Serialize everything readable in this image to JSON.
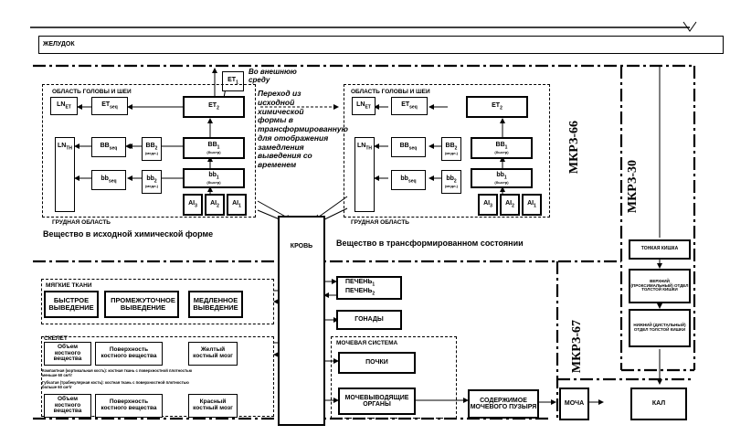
{
  "stomach": "ЖЕЛУДОК",
  "et1": {
    "main": "ET",
    "sub": "1"
  },
  "to_env": "Во внешнюю среду",
  "transition_text": "Переход из исходной химической формы в трансформированную для отображения замедления выведения со временем",
  "left": {
    "head_region": "ОБЛАСТЬ ГОЛОВЫ И ШЕИ",
    "chest_region": "ГРУДНАЯ ОБЛАСТЬ",
    "caption": "Вещество в исходной химической форме",
    "lnet": {
      "main": "LN",
      "sub": "ET"
    },
    "etseq": {
      "main": "ET",
      "sub": "seq"
    },
    "et2": {
      "main": "ET",
      "sub": "2"
    },
    "lnth": {
      "main": "LN",
      "sub": "TH"
    },
    "bbseq": {
      "main": "BB",
      "sub": "seq"
    },
    "bbsmall": {
      "main": "BB",
      "sub": "2"
    },
    "bbsmall_note": "(медл.)",
    "bb1": {
      "main": "BB",
      "sub": "1"
    },
    "bb1_note": "(быстр)",
    "bbseq2": {
      "main": "bb",
      "sub": "seq"
    },
    "bb2": {
      "main": "bb",
      "sub": "2"
    },
    "bb2_note": "(медл.)",
    "bb1s": {
      "main": "bb",
      "sub": "1"
    },
    "bb1s_note": "(быстр)",
    "ai": [
      {
        "main": "AI",
        "sub": "3"
      },
      {
        "main": "AI",
        "sub": "2"
      },
      {
        "main": "AI",
        "sub": "1"
      }
    ]
  },
  "right": {
    "head_region": "ОБЛАСТЬ ГОЛОВЫ И ШЕИ",
    "chest_region": "ГРУДНАЯ ОБЛАСТЬ",
    "caption": "Вещество в трансформированном состоянии",
    "lnet": {
      "main": "LN",
      "sub": "ET"
    },
    "etseq": {
      "main": "ET",
      "sub": "seq"
    },
    "et2": {
      "main": "ET",
      "sub": "2"
    },
    "lnth": {
      "main": "LN",
      "sub": "TH"
    },
    "bbseq": {
      "main": "BB",
      "sub": "seq"
    },
    "bbsmall": {
      "main": "BB",
      "sub": "2"
    },
    "bbsmall_note": "(медл.)",
    "bb1": {
      "main": "BB",
      "sub": "1"
    },
    "bb1_note": "(быстр)",
    "bbseq2": {
      "main": "bb",
      "sub": "seq"
    },
    "bb2": {
      "main": "bb",
      "sub": "2"
    },
    "bb2_note": "(медл.)",
    "bb1s": {
      "main": "bb",
      "sub": "1"
    },
    "bb1s_note": "(быстр)",
    "ai": [
      {
        "main": "AI",
        "sub": "3"
      },
      {
        "main": "AI",
        "sub": "2"
      },
      {
        "main": "AI",
        "sub": "1"
      }
    ]
  },
  "blood": "КРОВЬ",
  "mkrz66": "МКРЗ-66",
  "mkrz30": "МКРЗ-30",
  "mkrz67": "МКРЗ-67",
  "soft": {
    "title": "МЯГКИЕ ТКАНИ",
    "fast": "БЫСТРОЕ ВЫВЕДЕНИЕ",
    "mid": "ПРОМЕЖУТОЧНОЕ ВЫВЕДЕНИЕ",
    "slow": "МЕДЛЕННОЕ ВЫВЕДЕНИЕ"
  },
  "liver1": {
    "main": "ПЕЧЕНЬ",
    "sub": "1"
  },
  "liver2": {
    "main": "ПЕЧЕНЬ",
    "sub": "2"
  },
  "gonads": "ГОНАДЫ",
  "skeleton": {
    "title": "СКЕЛЕТ",
    "vol1": "Объем костного вещества",
    "surf1": "Поверхность костного вещества",
    "yellow": "Желтый костный мозг",
    "note1": "Компактная (кортикальная кость): костная ткань с поверхностной плотностью меньше 60 см²/г",
    "note2": "Губчатая (трабекулярная кость): костная ткань с поверхностной плотностью больше 60 см²/г",
    "vol2": "Объем костного вещества",
    "surf2": "Поверхность костного вещества",
    "red": "Красный костный мозг"
  },
  "urinary": {
    "title": "МОЧЕВАЯ СИСТЕМА",
    "kidneys": "ПОЧКИ",
    "ducts": "МОЧЕВЫВОДЯЩИЕ ОРГАНЫ"
  },
  "bladder": "СОДЕРЖИМОЕ МОЧЕВОГО ПУЗЫРЯ",
  "urine": "МОЧА",
  "feces": "КАЛ",
  "gi": {
    "small": "ТОНКАЯ КИШКА",
    "upper": "ВЕРХНИЙ (ПРОКСИМАЛЬНЫЙ) ОТДЕЛ ТОЛСТОЙ КИШКИ",
    "lower": "НИЖНИЙ (ДИСТАЛЬНЫЙ) ОТДЕЛ ТОЛСТОЙ КИШКИ"
  }
}
